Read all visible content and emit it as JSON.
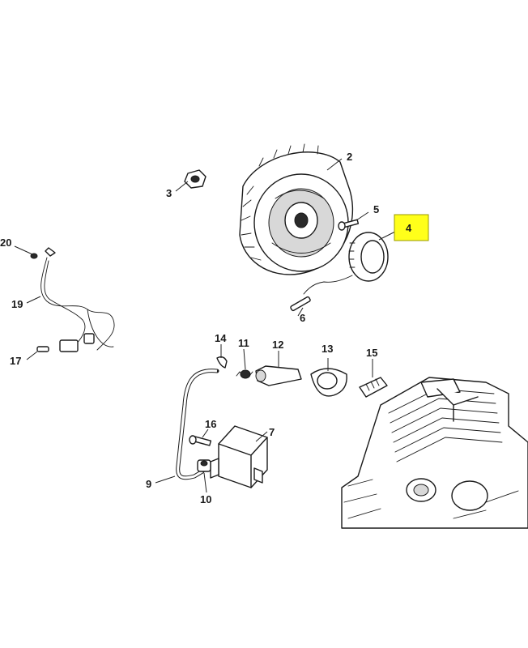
{
  "callouts": [
    {
      "id": "2",
      "label": "2",
      "highlight": false
    },
    {
      "id": "3",
      "label": "3",
      "highlight": false
    },
    {
      "id": "4",
      "label": "4",
      "highlight": true
    },
    {
      "id": "5",
      "label": "5",
      "highlight": false
    },
    {
      "id": "6",
      "label": "6",
      "highlight": false
    },
    {
      "id": "7",
      "label": "7",
      "highlight": false
    },
    {
      "id": "9",
      "label": "9",
      "highlight": false
    },
    {
      "id": "10",
      "label": "10",
      "highlight": false
    },
    {
      "id": "11",
      "label": "11",
      "highlight": false
    },
    {
      "id": "12",
      "label": "12",
      "highlight": false
    },
    {
      "id": "13",
      "label": "13",
      "highlight": false
    },
    {
      "id": "14",
      "label": "14",
      "highlight": false
    },
    {
      "id": "15",
      "label": "15",
      "highlight": false
    },
    {
      "id": "16",
      "label": "16",
      "highlight": false
    },
    {
      "id": "17",
      "label": "17",
      "highlight": false
    },
    {
      "id": "19",
      "label": "19",
      "highlight": false
    },
    {
      "id": "20",
      "label": "20",
      "highlight": false
    }
  ],
  "colors": {
    "highlight": "#ffff1a",
    "ink": "#1a1a1a",
    "background": "#ffffff"
  }
}
